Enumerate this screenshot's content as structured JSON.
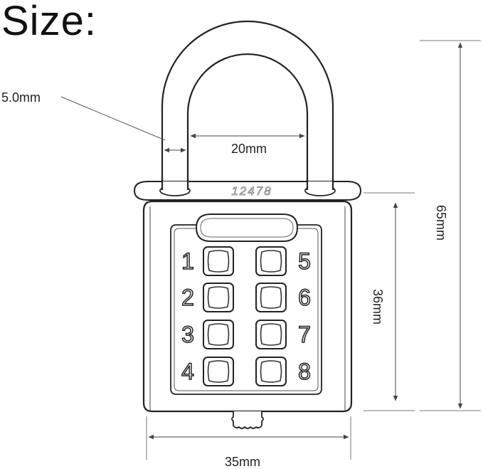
{
  "title": "Size:",
  "engraving": "12478",
  "keypad": {
    "left_column": [
      "1",
      "2",
      "3",
      "4"
    ],
    "right_column": [
      "5",
      "6",
      "7",
      "8"
    ]
  },
  "dimensions": {
    "shackle_diameter": "5.0mm",
    "shackle_inner_width": "20mm",
    "overall_height": "65mm",
    "body_height": "36mm",
    "body_width": "35mm"
  },
  "colors": {
    "line": "#222222",
    "dim_line": "#555555",
    "text": "#222222"
  }
}
